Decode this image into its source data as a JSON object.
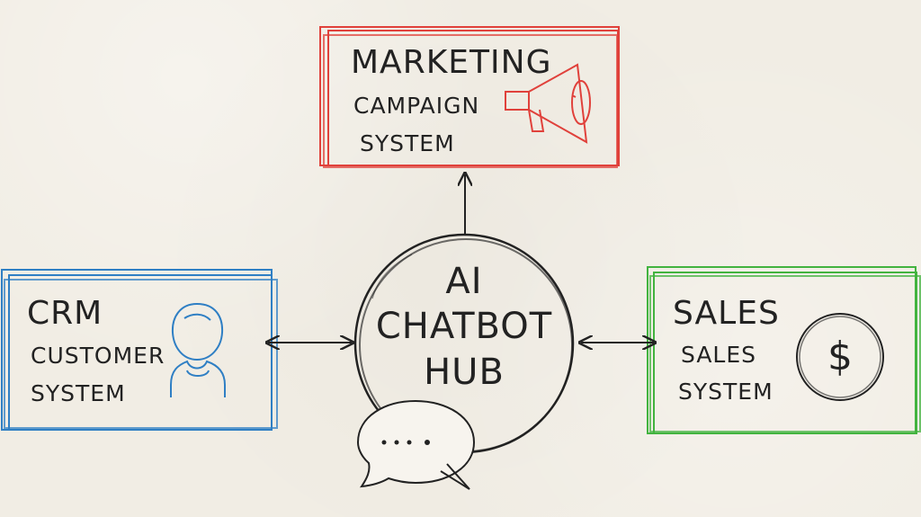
{
  "diagram": {
    "hub": {
      "lines": [
        "AI",
        "CHATBOT",
        "HUB"
      ]
    },
    "marketing": {
      "title": "MARKETING",
      "line1": "CAMPAIGN",
      "line2": "SYSTEM",
      "icon": "megaphone-icon"
    },
    "crm": {
      "title": "CRM",
      "line1": "CUSTOMER",
      "line2": "SYSTEM",
      "icon": "user-icon"
    },
    "sales": {
      "title": "SALES",
      "line1": "SALES",
      "line2": "SYSTEM",
      "icon": "dollar-icon"
    },
    "colors": {
      "marketing": "#e0413b",
      "crm": "#2f7fc4",
      "sales": "#42b33f",
      "ink": "#222222"
    }
  }
}
